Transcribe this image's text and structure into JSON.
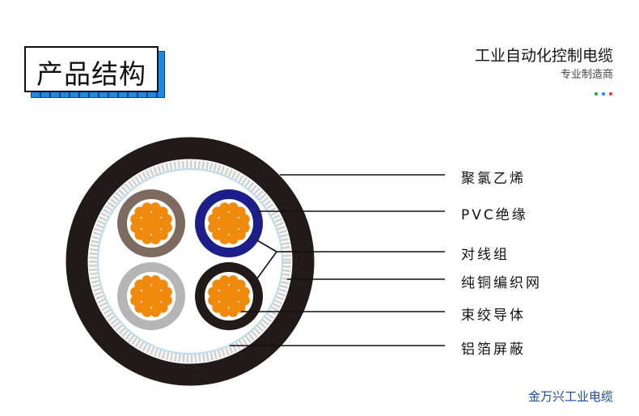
{
  "header": {
    "title": "产品结构",
    "brand": "工业自动化控制电缆",
    "subtitle": "专业制造商"
  },
  "dot_colors": [
    "#1aa34a",
    "#1e88e5",
    "#e53935"
  ],
  "labels": [
    "聚氯乙烯",
    "PVC绝缘",
    "对线组",
    "纯铜编织网",
    "束绞导体",
    "铝箔屏蔽"
  ],
  "footer": "金万兴工业电缆",
  "colors": {
    "jacket": "#221a18",
    "foil": "#b9dcec",
    "strand": "#f08a0c",
    "cores": [
      "#7d6a60",
      "#1c1f8a",
      "#b5b5b5",
      "#221a18"
    ]
  }
}
